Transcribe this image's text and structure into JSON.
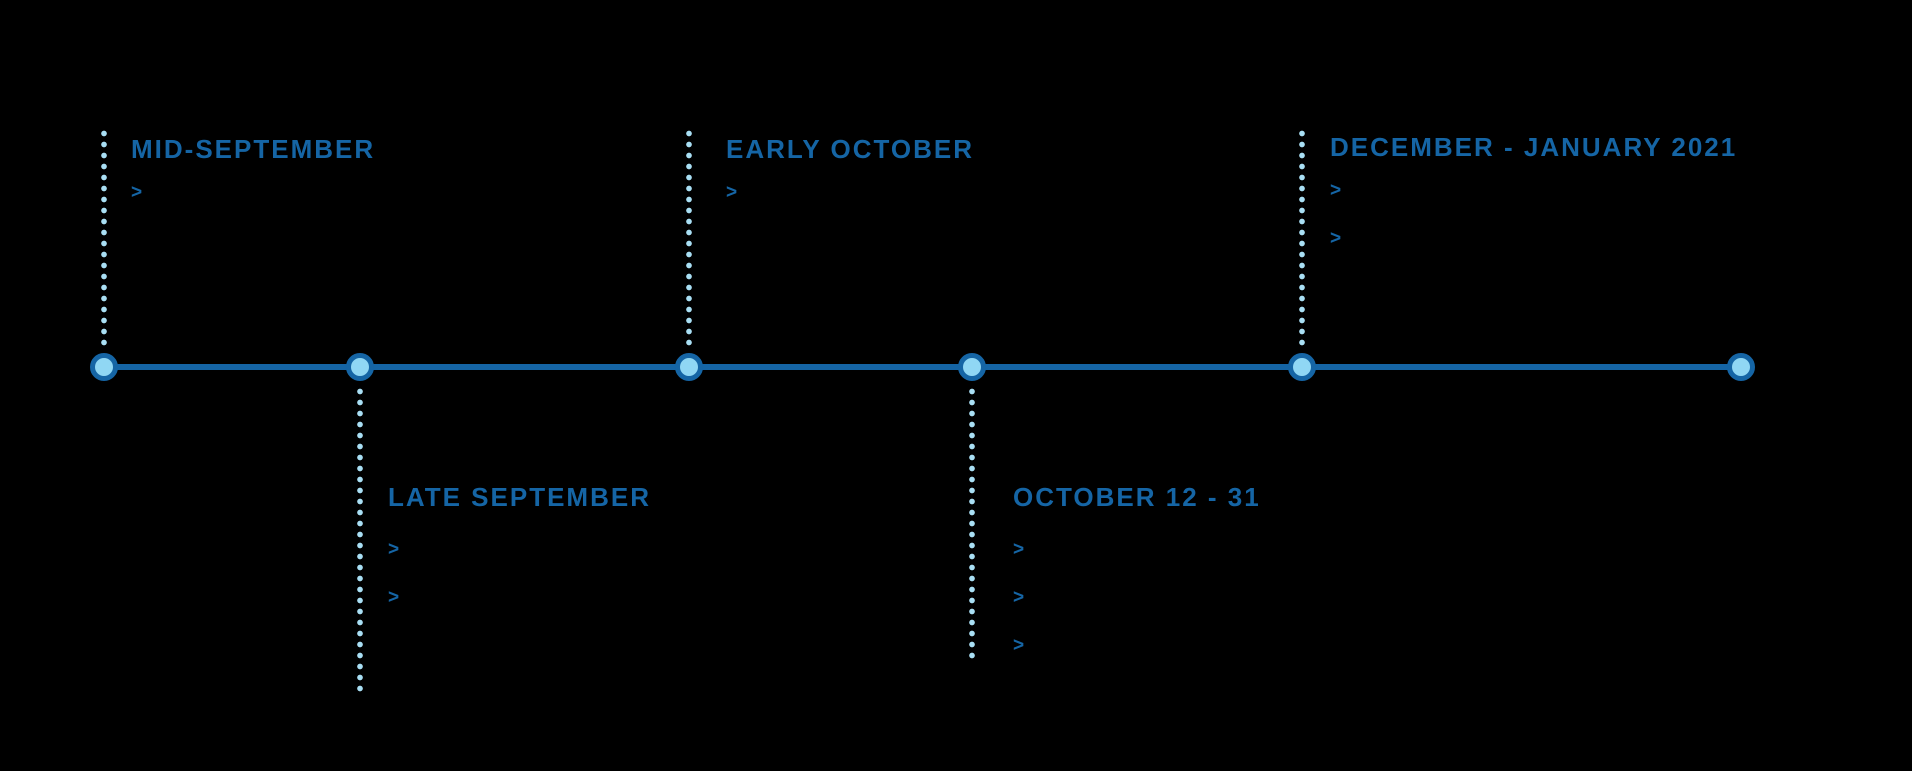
{
  "colors": {
    "background": "#000000",
    "primary_blue": "#1565A5",
    "node_fill": "#90D7F4",
    "stem_dot": "#A9DFF4"
  },
  "timeline": {
    "chevron_glyph": ">",
    "node_count": 6,
    "events": [
      {
        "label": "MID-SEPTEMBER",
        "side": "top",
        "chevron_count": 1
      },
      {
        "label": "LATE SEPTEMBER",
        "side": "bottom",
        "chevron_count": 2
      },
      {
        "label": "EARLY OCTOBER",
        "side": "top",
        "chevron_count": 1
      },
      {
        "label": "OCTOBER 12 - 31",
        "side": "bottom",
        "chevron_count": 3
      },
      {
        "label": "DECEMBER - JANUARY 2021",
        "side": "top",
        "chevron_count": 2
      }
    ]
  }
}
